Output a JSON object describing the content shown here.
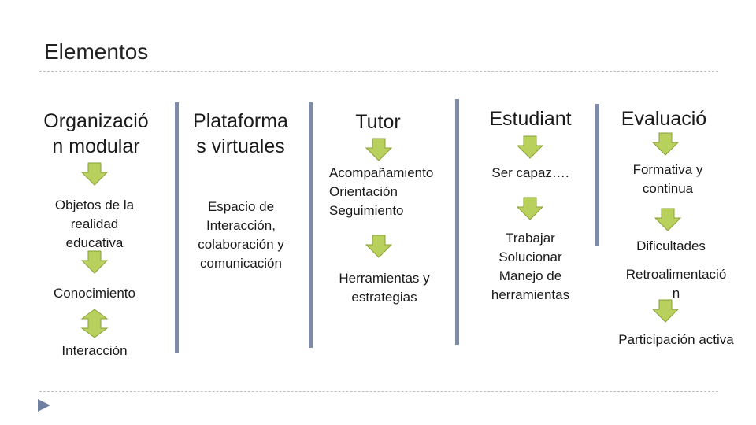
{
  "title": "Elementos",
  "colors": {
    "arrow_fill": "#b7d15c",
    "arrow_stroke": "#8aa03a",
    "divider": "#7f8ba7",
    "bullet": "#6f7fa0"
  },
  "columns": {
    "organizacion": {
      "heading": "Organizació\nn modular",
      "items": [
        "Objetos de la\nrealidad\neducativa",
        "Conocimiento",
        "Interacción"
      ]
    },
    "plataforma": {
      "heading": "Plataforma\ns virtuales",
      "items": [
        "Espacio de\nInteracción,\ncolaboración y\ncomunicación"
      ]
    },
    "tutor": {
      "heading": "Tutor",
      "items": [
        "Acompañamiento\nOrientación\nSeguimiento",
        "Herramientas y\nestrategias"
      ]
    },
    "estudiante": {
      "heading": "Estudiant",
      "items": [
        "Ser capaz….",
        "Trabajar\nSolucionar\nManejo de\nherramientas"
      ]
    },
    "evaluacion": {
      "heading": "Evaluació",
      "items": [
        "Formativa y\ncontinua",
        "Dificultades",
        "Retroalimentació\nn",
        "Participación activa"
      ]
    }
  }
}
